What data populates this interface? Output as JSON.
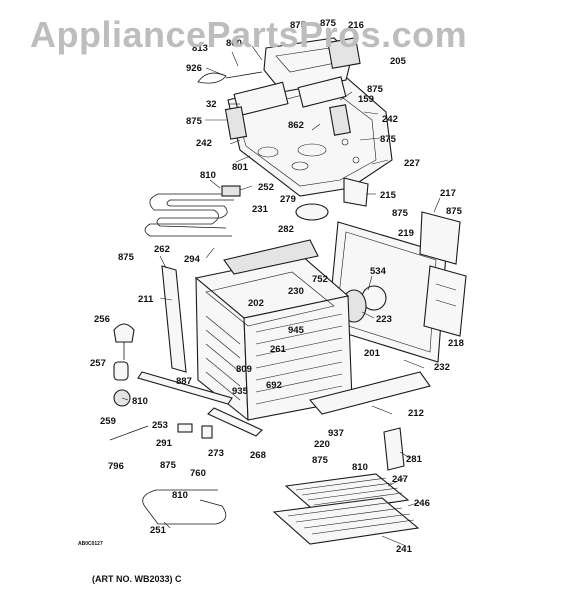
{
  "watermark": "AppliancePartsPros.com",
  "art_number": "(ART NO. WB2033) C",
  "small_code": "AB0C0127",
  "callouts": [
    {
      "id": "926",
      "label": "926"
    },
    {
      "id": "813",
      "label": "813"
    },
    {
      "id": "800",
      "label": "800"
    },
    {
      "id": "875a",
      "label": "875"
    },
    {
      "id": "875b",
      "label": "875"
    },
    {
      "id": "216",
      "label": "216"
    },
    {
      "id": "205",
      "label": "205"
    },
    {
      "id": "875c",
      "label": "875"
    },
    {
      "id": "159",
      "label": "159"
    },
    {
      "id": "32",
      "label": "32"
    },
    {
      "id": "875d",
      "label": "875"
    },
    {
      "id": "862",
      "label": "862"
    },
    {
      "id": "242a",
      "label": "242"
    },
    {
      "id": "242b",
      "label": "242"
    },
    {
      "id": "875e",
      "label": "875"
    },
    {
      "id": "801",
      "label": "801"
    },
    {
      "id": "227",
      "label": "227"
    },
    {
      "id": "810a",
      "label": "810"
    },
    {
      "id": "252",
      "label": "252"
    },
    {
      "id": "215",
      "label": "215"
    },
    {
      "id": "875f",
      "label": "875"
    },
    {
      "id": "279",
      "label": "279"
    },
    {
      "id": "217",
      "label": "217"
    },
    {
      "id": "875g",
      "label": "875"
    },
    {
      "id": "231",
      "label": "231"
    },
    {
      "id": "282",
      "label": "282"
    },
    {
      "id": "219",
      "label": "219"
    },
    {
      "id": "294",
      "label": "294"
    },
    {
      "id": "875h",
      "label": "875"
    },
    {
      "id": "262",
      "label": "262"
    },
    {
      "id": "534",
      "label": "534"
    },
    {
      "id": "752",
      "label": "752"
    },
    {
      "id": "230",
      "label": "230"
    },
    {
      "id": "211",
      "label": "211"
    },
    {
      "id": "202",
      "label": "202"
    },
    {
      "id": "223",
      "label": "223"
    },
    {
      "id": "256",
      "label": "256"
    },
    {
      "id": "945",
      "label": "945"
    },
    {
      "id": "218",
      "label": "218"
    },
    {
      "id": "261",
      "label": "261"
    },
    {
      "id": "201",
      "label": "201"
    },
    {
      "id": "257",
      "label": "257"
    },
    {
      "id": "887",
      "label": "887"
    },
    {
      "id": "809",
      "label": "809"
    },
    {
      "id": "692",
      "label": "692"
    },
    {
      "id": "232",
      "label": "232"
    },
    {
      "id": "810b",
      "label": "810"
    },
    {
      "id": "935",
      "label": "935"
    },
    {
      "id": "259",
      "label": "259"
    },
    {
      "id": "212",
      "label": "212"
    },
    {
      "id": "253",
      "label": "253"
    },
    {
      "id": "291",
      "label": "291"
    },
    {
      "id": "937",
      "label": "937"
    },
    {
      "id": "273",
      "label": "273"
    },
    {
      "id": "220",
      "label": "220"
    },
    {
      "id": "268",
      "label": "268"
    },
    {
      "id": "281",
      "label": "281"
    },
    {
      "id": "796",
      "label": "796"
    },
    {
      "id": "875i",
      "label": "875"
    },
    {
      "id": "760",
      "label": "760"
    },
    {
      "id": "875j",
      "label": "875"
    },
    {
      "id": "810c",
      "label": "810"
    },
    {
      "id": "247",
      "label": "247"
    },
    {
      "id": "810d",
      "label": "810"
    },
    {
      "id": "246",
      "label": "246"
    },
    {
      "id": "251",
      "label": "251"
    },
    {
      "id": "241",
      "label": "241"
    }
  ]
}
